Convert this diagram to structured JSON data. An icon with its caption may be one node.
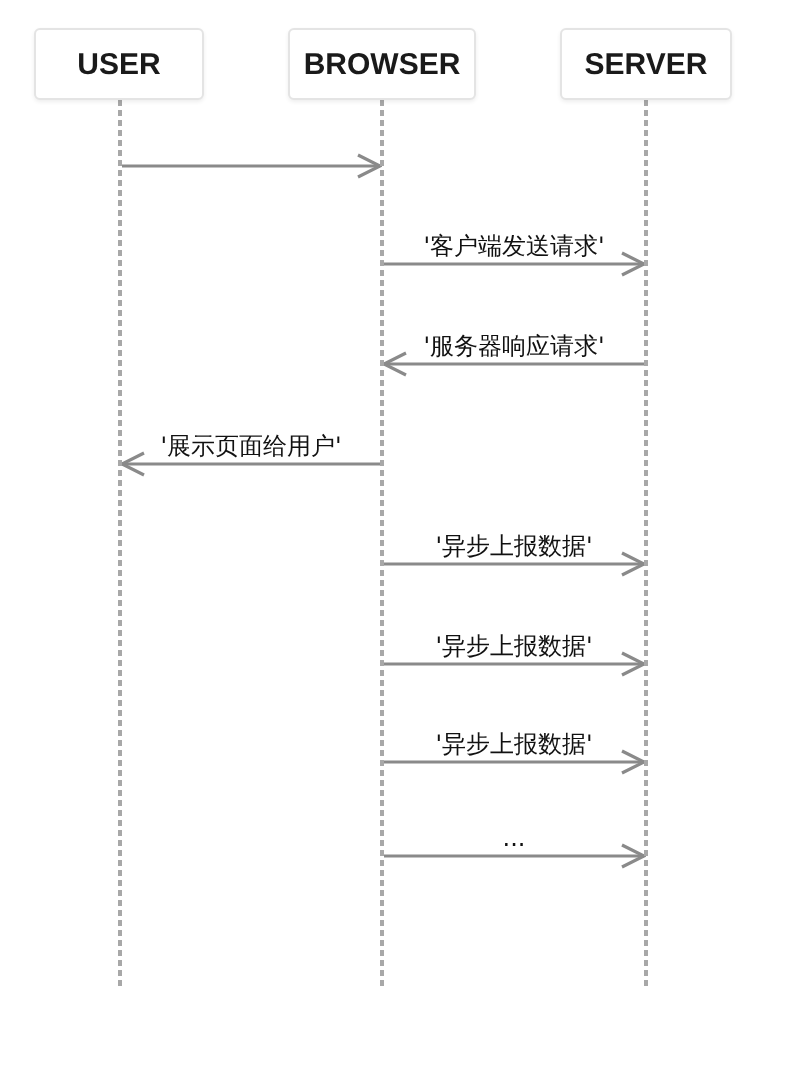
{
  "diagram": {
    "nodes": [
      {
        "text": [
          "USER"
        ]
      },
      {
        "text": [
          "BROWSER"
        ]
      },
      {
        "text": [
          "SERVER"
        ]
      },
      {
        "text": [],
        "shape": "line"
      },
      {
        "text": [],
        "shape": "line"
      },
      {
        "text": [],
        "shape": "line"
      }
    ],
    "edges": [
      {
        "from": 3,
        "to": 4,
        "arrow": "to"
      },
      {
        "from": 4,
        "to": 5,
        "arrow": "to",
        "label": "'客户端发送请求'"
      },
      {
        "from": 5,
        "to": 4,
        "arrow": "to",
        "label": "'服务器响应请求'"
      },
      {
        "from": 4,
        "to": 3,
        "arrow": "to",
        "label": "'展示页面给用户'"
      },
      {
        "from": 4,
        "to": 5,
        "arrow": "to",
        "label": "'异步上报数据'"
      },
      {
        "from": 4,
        "to": 5,
        "arrow": "to",
        "label": "'异步上报数据'"
      },
      {
        "from": 4,
        "to": 5,
        "arrow": "to",
        "label": "'异步上报数据'"
      },
      {
        "from": 4,
        "to": 5,
        "arrow": "to",
        "label": "..."
      }
    ]
  }
}
